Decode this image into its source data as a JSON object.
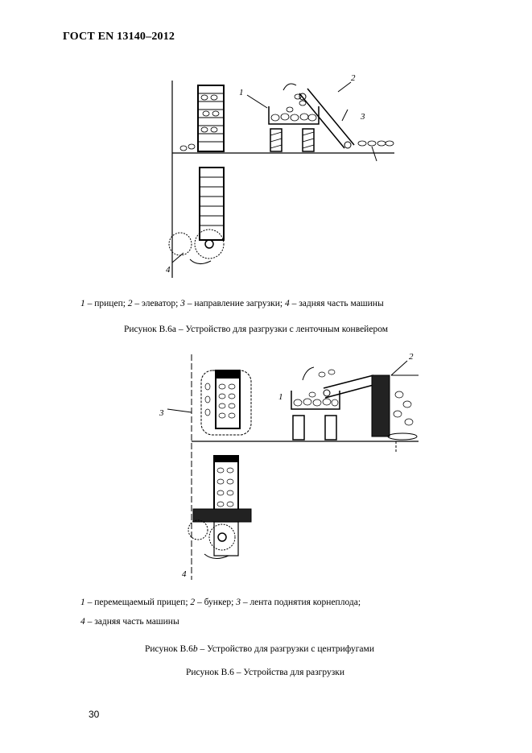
{
  "header": {
    "title": "ГОСТ EN 13140–2012"
  },
  "figure_a": {
    "callouts": [
      "1",
      "2",
      "3",
      "4"
    ],
    "legend": [
      {
        "n": "1",
        "text": " – прицеп; "
      },
      {
        "n": "2",
        "text": " – элеватор; "
      },
      {
        "n": "3",
        "text": " – направление загрузки; "
      },
      {
        "n": "4",
        "text": " – задняя часть машины"
      }
    ],
    "caption": "Рисунок В.6а – Устройство для разгрузки с ленточным конвейером"
  },
  "figure_b": {
    "callouts": [
      "1",
      "2",
      "3",
      "4"
    ],
    "legend_line1": [
      {
        "n": "1",
        "text": " – перемещаемый прицеп; "
      },
      {
        "n": "2",
        "text": " – бункер; "
      },
      {
        "n": "3",
        "text": " – лента поднятия корнеплода;"
      }
    ],
    "legend_line2": [
      {
        "n": "4",
        "text": " – задняя часть машины"
      }
    ],
    "caption_prefix": "Рисунок В.6",
    "caption_letter": "b",
    "caption_rest": " – Устройство для разгрузки с центрифугами"
  },
  "figure_main_caption": "Рисунок В.6 – Устройства для разгрузки",
  "page_number": "30"
}
